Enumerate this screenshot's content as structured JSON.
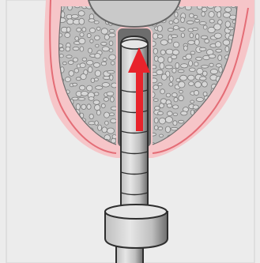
{
  "figure": {
    "subject": "osteotome-sinus-lift-illustration",
    "arrow_direction": "up",
    "colors": {
      "background": "#ececec",
      "frame_border": "#d6d6d6",
      "gum_outer": "#f6c5c8",
      "gum_line": "#e46d76",
      "bone_fill": "#bdbdbd",
      "bone_granule": "#d7d7d7",
      "bone_granule_edge": "#7a7a7a",
      "sinus_fill": "#c9c9c9",
      "sinus_edge": "#666666",
      "instrument_light": "#e6e6e6",
      "instrument_mid": "#bfbfbf",
      "instrument_dark": "#6d6d6d",
      "instrument_edge": "#2e2e2e",
      "arrow": "#e8232b"
    },
    "depth_mark_count": 6
  }
}
